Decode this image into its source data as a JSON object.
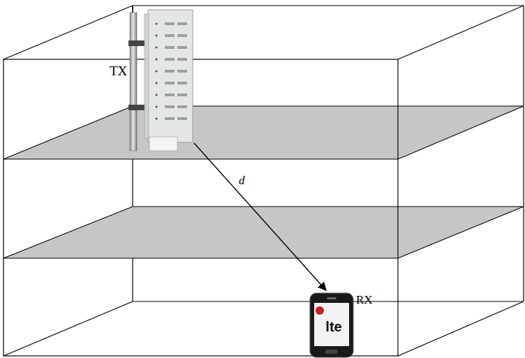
{
  "diagram": {
    "labels": [
      "TX",
      "d",
      "RX",
      "lte"
    ]
  }
}
